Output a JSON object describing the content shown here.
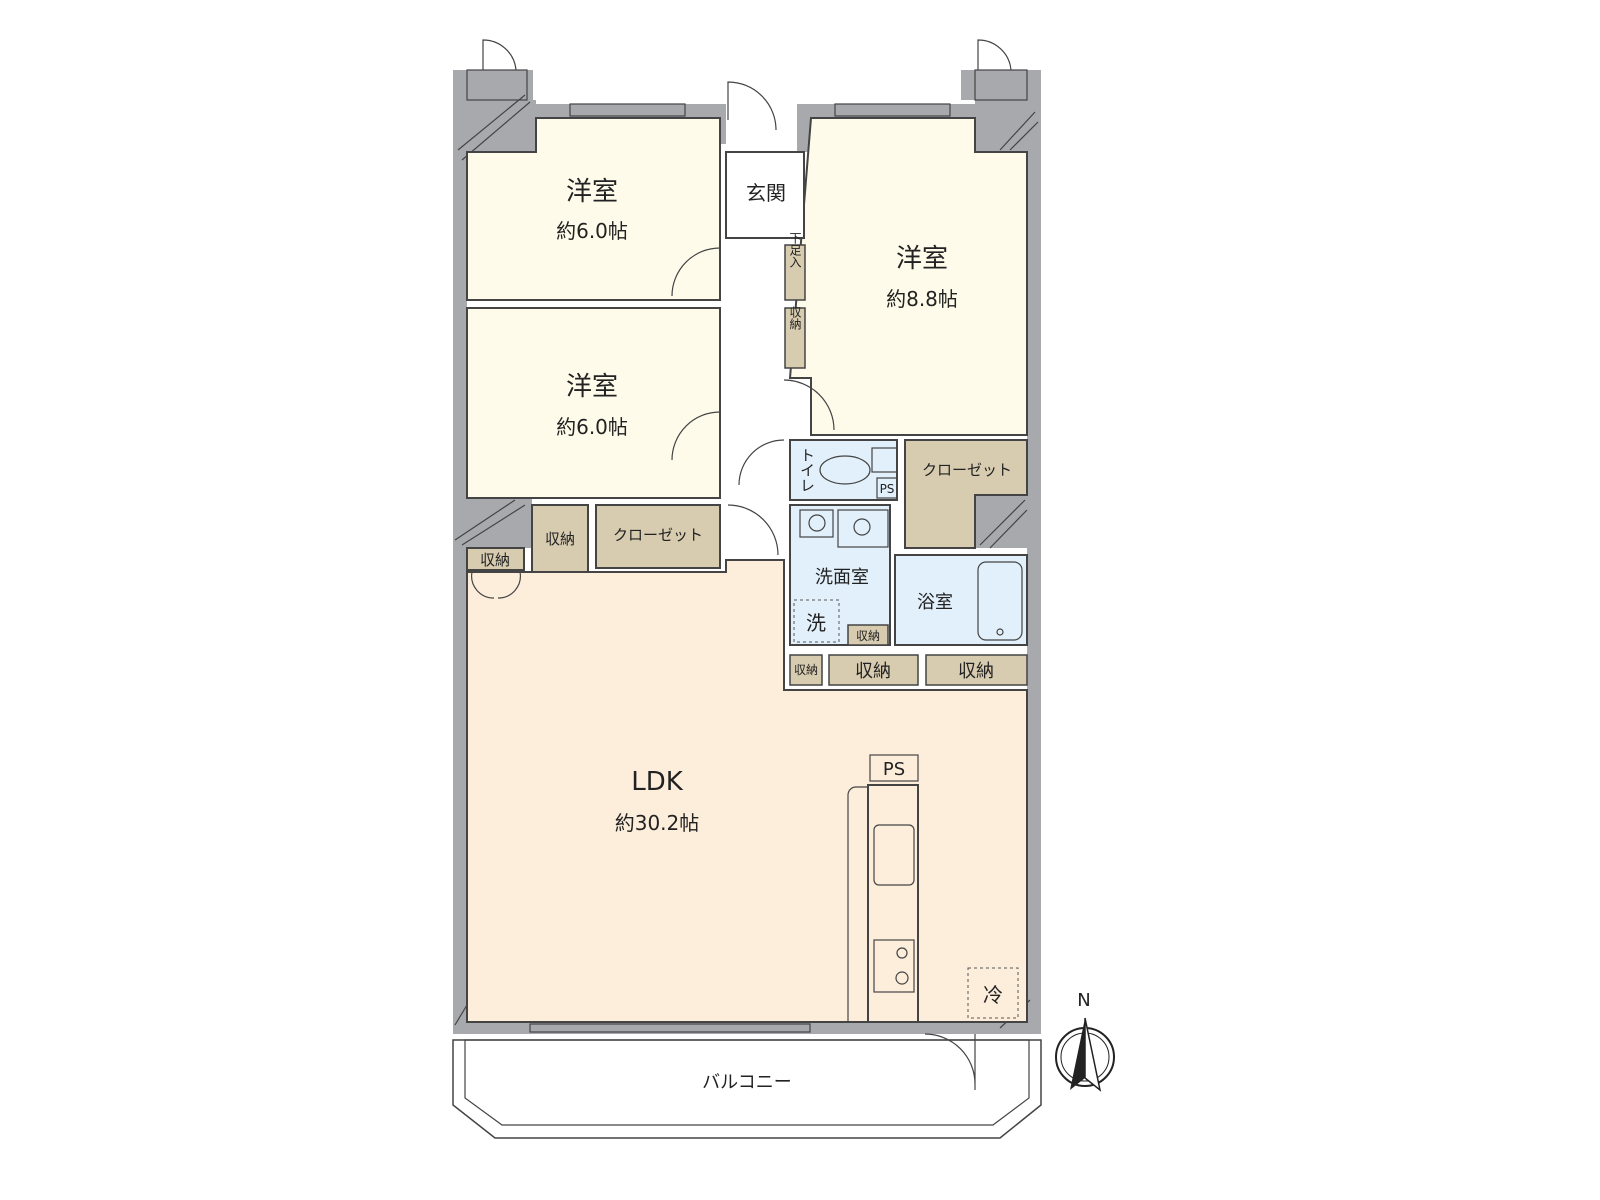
{
  "colors": {
    "bedroom": "#fefbea",
    "ldk": "#fdeedc",
    "wet": "#e1f0fa",
    "storage": "#d7cbb0",
    "wall": "#a7a9ac",
    "entry": "#ffffff"
  },
  "rooms": {
    "bedroom_nw": {
      "name": "洋室",
      "area": "約6.0帖"
    },
    "bedroom_w": {
      "name": "洋室",
      "area": "約6.0帖"
    },
    "bedroom_ne": {
      "name": "洋室",
      "area": "約8.8帖"
    },
    "entrance": {
      "name": "玄関"
    },
    "ldk": {
      "name": "LDK",
      "area": "約30.2帖"
    },
    "toilet": {
      "name": "トイレ"
    },
    "washroom": {
      "name": "洗面室"
    },
    "bathroom": {
      "name": "浴室"
    },
    "balcony": {
      "name": "バルコニー"
    }
  },
  "storage": {
    "shoe": "下足入",
    "hall": "収納",
    "closet_ne": "クローゼット",
    "closet_w": "クローゼット",
    "storage_w": "収納",
    "storage_w_small": "収納",
    "wash_storage": "収納",
    "row_small": "収納",
    "row_mid": "収納",
    "row_right": "収納"
  },
  "fixtures": {
    "ps_toilet": "PS",
    "ps_kitchen": "PS",
    "washer": "洗",
    "fridge": "冷"
  },
  "compass": {
    "label": "N",
    "icon": "north-arrow-icon"
  }
}
